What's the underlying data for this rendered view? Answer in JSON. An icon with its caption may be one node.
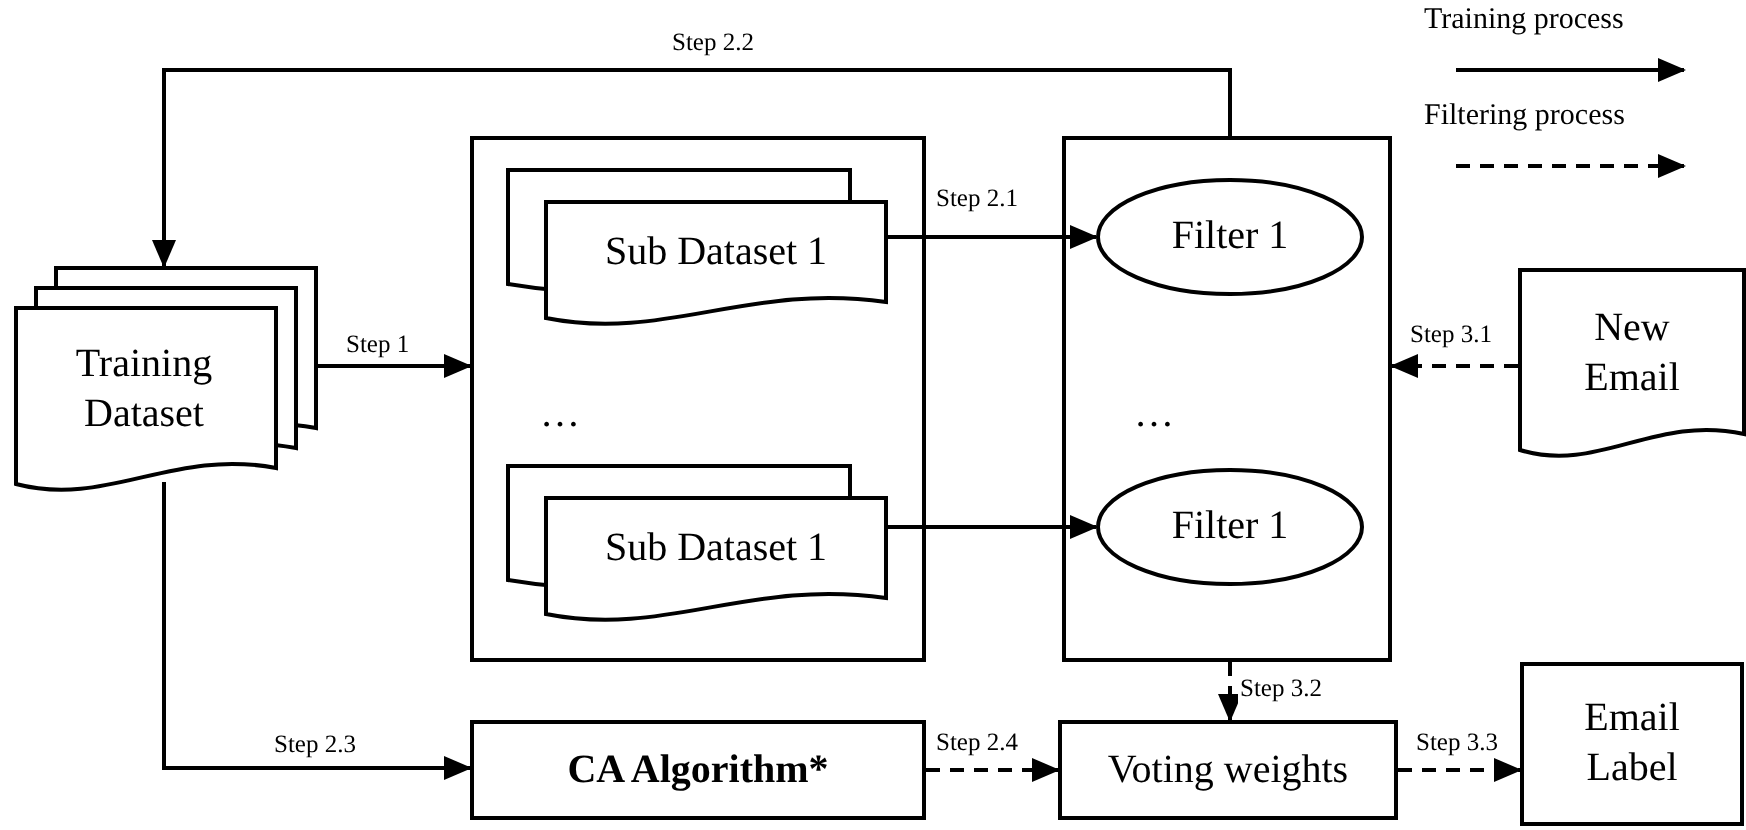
{
  "diagram": {
    "nodes": [
      {
        "text": [
          "Training Dataset"
        ]
      },
      {
        "text": [],
        "shape": "box"
      },
      {
        "text": [
          "Sub Dataset 1"
        ],
        "in": 1
      },
      {
        "text": [
          "Sub Dataset 1"
        ],
        "in": 1
      },
      {
        "text": [],
        "shape": "box"
      },
      {
        "text": [
          "Filter 1"
        ],
        "in": 4
      },
      {
        "text": [
          "Filter 1"
        ],
        "in": 4
      },
      {
        "text": [
          "New Email"
        ]
      },
      {
        "text": [
          "CA Algorithm*"
        ]
      },
      {
        "text": [
          "Voting weights"
        ]
      },
      {
        "text": [
          "Email Label"
        ]
      }
    ],
    "edges": [
      {
        "from": 0,
        "to": 1,
        "arrow": "to",
        "label": "Step 1"
      },
      {
        "from": 2,
        "to": 5,
        "arrow": "to",
        "label": "Step 2.1"
      },
      {
        "from": 3,
        "to": 6,
        "arrow": "to"
      },
      {
        "from": 4,
        "to": 0,
        "arrow": "to",
        "label": "Step 2.2"
      },
      {
        "from": 0,
        "to": 8,
        "arrow": "to",
        "label": "Step 2.3"
      },
      {
        "from": 8,
        "to": 9,
        "arrow": "to",
        "label": "Step 2.4",
        "style": "dashed"
      },
      {
        "from": 7,
        "to": 4,
        "arrow": "to",
        "label": "Step 3.1",
        "style": "dashed"
      },
      {
        "from": 4,
        "to": 9,
        "arrow": "to",
        "label": "Step 3.2",
        "style": "dashed"
      },
      {
        "from": 9,
        "to": 10,
        "arrow": "to",
        "label": "Step 3.3",
        "style": "dashed"
      }
    ],
    "labels": [
      "…",
      "…"
    ],
    "legend": [
      {
        "text": "Training process"
      },
      {
        "text": "Filtering process"
      }
    ]
  }
}
